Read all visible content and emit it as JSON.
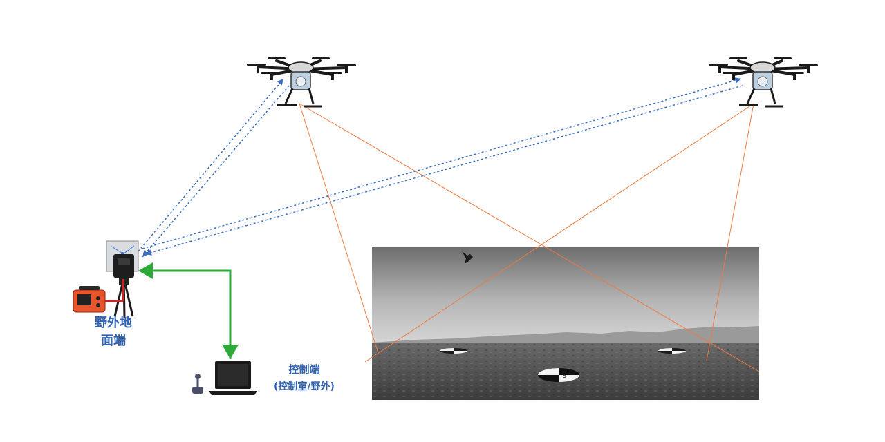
{
  "labels": {
    "ground_station_line1": "野外地",
    "ground_station_line2": "面端",
    "control_line1": "控制端",
    "control_line2": "(控制室/野外)"
  },
  "markers": {
    "target_number": "5"
  },
  "colors": {
    "label_blue": "#2f62b3",
    "radio_link_blue": "#3a6fc6",
    "sight_line_orange": "#ee7a3e",
    "cable_green": "#2eaa3a",
    "power_cable_red": "#d62020",
    "battery_orange": "#e8542b"
  },
  "icons": [
    "drone-icon",
    "antenna-panel-icon",
    "tripod-icon",
    "battery-icon",
    "laptop-icon",
    "joystick-icon",
    "bird-icon"
  ]
}
